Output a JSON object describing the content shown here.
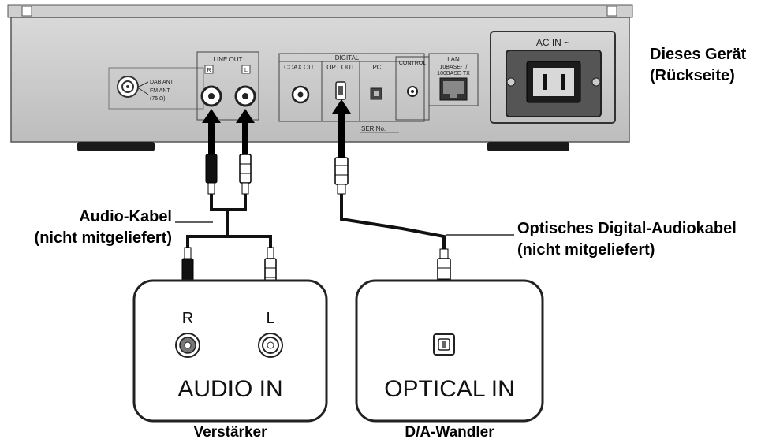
{
  "device": {
    "caption_line1": "Dieses Gerät",
    "caption_line2": "(Rückseite)",
    "antenna": {
      "dab": "DAB ANT",
      "fm": "FM ANT",
      "impedance": "(75 Ω)"
    },
    "line_out": {
      "title": "LINE OUT",
      "right": "R",
      "left": "L"
    },
    "digital": {
      "title": "DIGITAL",
      "coax": "COAX OUT",
      "opt": "OPT OUT",
      "pc": "PC"
    },
    "control": "CONTROL",
    "lan": {
      "title": "LAN",
      "spec1": "10BASE-T/",
      "spec2": "100BASE-TX"
    },
    "ac_in": "AC IN ~",
    "serial": "SER.No."
  },
  "audio_cable": {
    "line1": "Audio-Kabel",
    "line2": "(nicht mitgeliefert)"
  },
  "optical_cable": {
    "line1": "Optisches Digital-Audiokabel",
    "line2": "(nicht mitgeliefert)"
  },
  "amplifier": {
    "jack_r": "R",
    "jack_l": "L",
    "input_label": "AUDIO IN",
    "caption": "Verstärker"
  },
  "dac": {
    "input_label": "OPTICAL IN",
    "caption": "D/A-Wandler"
  }
}
